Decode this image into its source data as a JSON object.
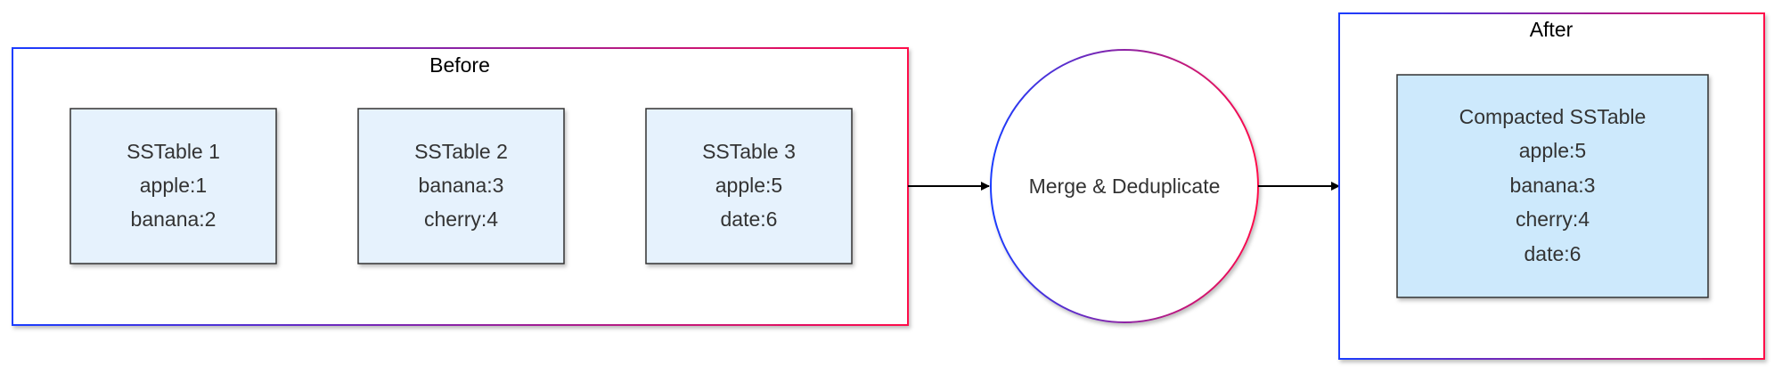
{
  "colors": {
    "gradient_start": "#1a3cff",
    "gradient_end": "#ff0a4a",
    "sstable_fill": "#e6f2fd",
    "compacted_fill": "#cde9fc",
    "box_stroke": "#333333",
    "arrow": "#000000"
  },
  "before": {
    "title": "Before",
    "sstables": [
      {
        "name": "SSTable 1",
        "entries": [
          "apple:1",
          "banana:2"
        ]
      },
      {
        "name": "SSTable 2",
        "entries": [
          "banana:3",
          "cherry:4"
        ]
      },
      {
        "name": "SSTable 3",
        "entries": [
          "apple:5",
          "date:6"
        ]
      }
    ]
  },
  "process": {
    "label": "Merge & Deduplicate"
  },
  "after": {
    "title": "After",
    "sstable": {
      "name": "Compacted SSTable",
      "entries": [
        "apple:5",
        "banana:3",
        "cherry:4",
        "date:6"
      ]
    }
  }
}
